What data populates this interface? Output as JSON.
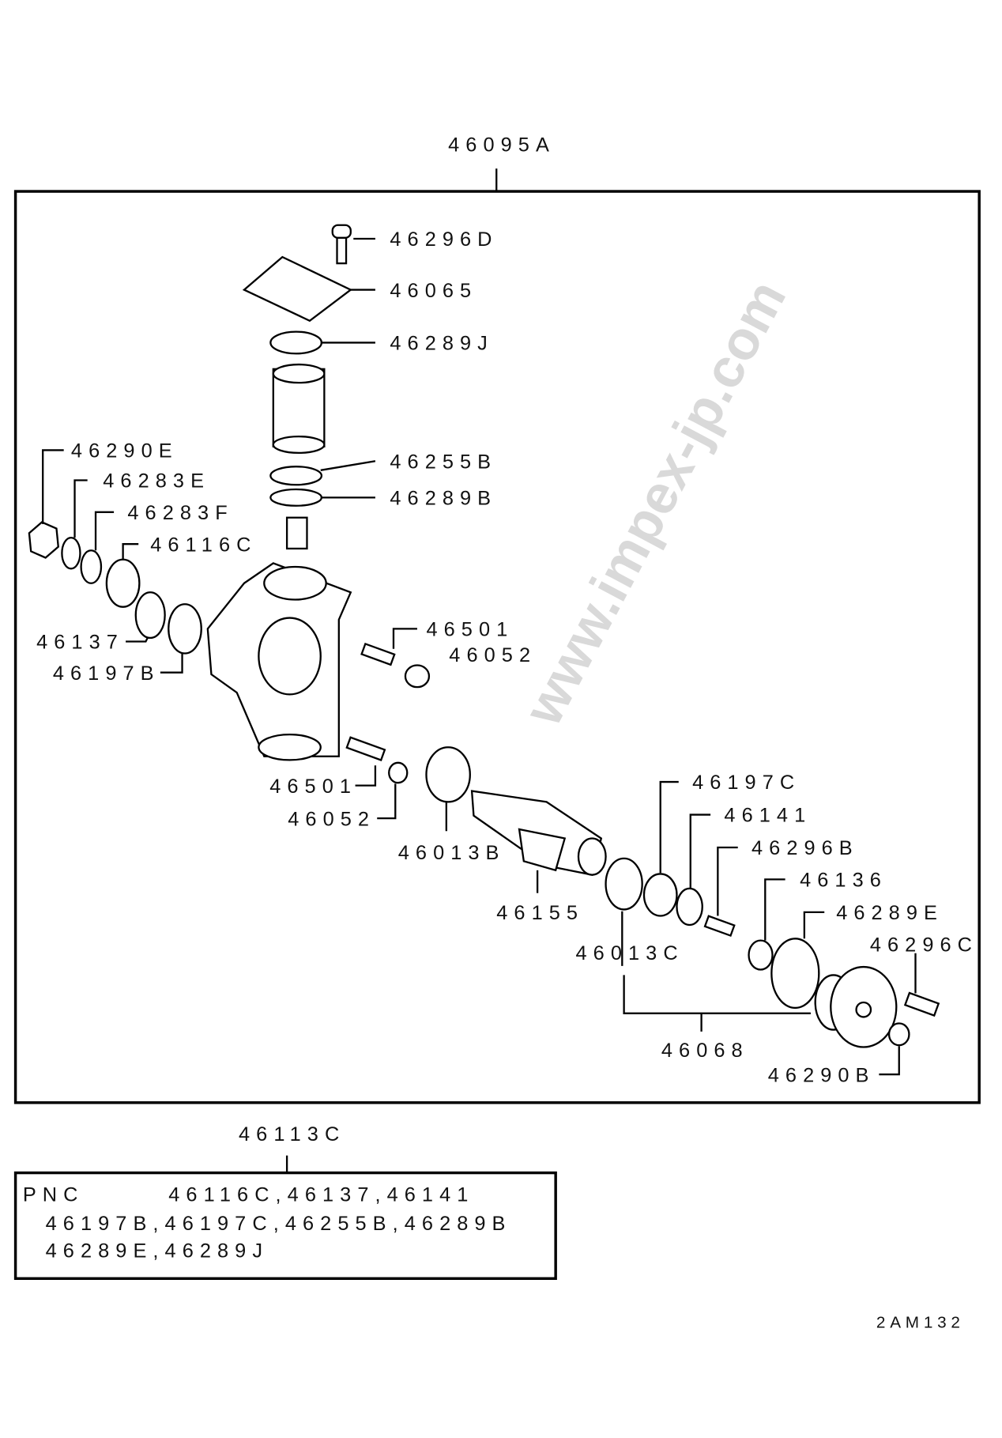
{
  "watermark": "www.impex-jp.com",
  "assembly": {
    "label": "46095A"
  },
  "callouts": {
    "c46296D": "46296D",
    "c46065": "46065",
    "c46289J": "46289J",
    "c46255B": "46255B",
    "c46289B": "46289B",
    "c46290E": "46290E",
    "c46283E": "46283E",
    "c46283F": "46283F",
    "c46116C": "46116C",
    "c46137": "46137",
    "c46197B": "46197B",
    "c46501a": "46501",
    "c46052a": "46052",
    "c46501b": "46501",
    "c46052b": "46052",
    "c46013B": "46013B",
    "c46197C": "46197C",
    "c46141": "46141",
    "c46296B": "46296B",
    "c46136": "46136",
    "c46289E": "46289E",
    "c46296C": "46296C",
    "c46155": "46155",
    "c46013C": "46013C",
    "c46068": "46068",
    "c46290B": "46290B"
  },
  "kit": {
    "label": "46113C",
    "pnc_label": "PNC",
    "line1": "46116C,46137,46141",
    "line2": "46197B,46197C,46255B,46289B",
    "line3": "46289E,46289J"
  },
  "figure_id": "2AM132"
}
